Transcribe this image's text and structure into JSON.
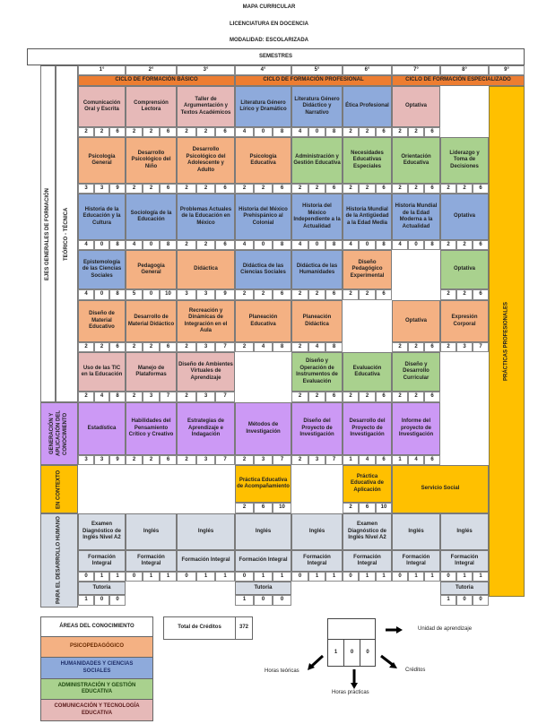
{
  "header": {
    "title": "MAPA CURRICULAR",
    "program": "LICENCIATURA EN DOCENCIA",
    "modality": "MODALIDAD: ESCOLARIZADA",
    "semesters_label": "SEMESTRES",
    "semesters": [
      "1°",
      "2°",
      "3°",
      "4°",
      "5°",
      "6°",
      "7°",
      "8°",
      "9°"
    ],
    "cycles": [
      "CICLO DE FORMACIÓN BÁSICO",
      "CICLO DE FORMACIÓN PROFESIONAL",
      "CICLO DE FORMACIÓN ESPECIALIZADO"
    ]
  },
  "axes": {
    "general": "EJES GENERALES DE FORMACIÓN",
    "teorico": "TEÓRICO - TÉCNICA",
    "generacion": "GENERACIÓN Y APLICACIÓN DEL CONOCIMIENTO",
    "contexto": "EN CONTEXTO",
    "humano": "PARA EL DESARROLLO HUMANO",
    "practicas": "PRÁCTICAS PROFESIONALES"
  },
  "colors": {
    "psico": "#f4b183",
    "hum": "#8eaadb",
    "admin": "#a9d18e",
    "comm": "#e6b9b8",
    "gen": "#cc99f5",
    "ctx": "#ffc000",
    "human": "#d6dce5",
    "cycle": "#ed7d31"
  },
  "teorico_tecnica": [
    [
      {
        "semester": 1,
        "name": "Comunicación Oral y Escrita",
        "area": "comm",
        "hours": [
          2,
          2,
          6
        ]
      },
      {
        "semester": 2,
        "name": "Comprensión Lectora",
        "area": "comm",
        "hours": [
          2,
          2,
          6
        ]
      },
      {
        "semester": 3,
        "name": "Taller de Argumentación y Textos Académicos",
        "area": "comm",
        "hours": [
          2,
          2,
          6
        ]
      },
      {
        "semester": 4,
        "name": "Literatura Género Lírico y Dramático",
        "area": "hum",
        "hours": [
          4,
          0,
          8
        ]
      },
      {
        "semester": 5,
        "name": "Literatura Género Didáctico y Narrativo",
        "area": "hum",
        "hours": [
          4,
          0,
          8
        ]
      },
      {
        "semester": 6,
        "name": "Ética Profesional",
        "area": "hum",
        "hours": [
          2,
          2,
          6
        ]
      },
      {
        "semester": 7,
        "name": "Optativa",
        "area": "comm",
        "hours": [
          2,
          2,
          6
        ]
      }
    ],
    [
      {
        "semester": 1,
        "name": "Psicología General",
        "area": "psico",
        "hours": [
          3,
          3,
          9
        ]
      },
      {
        "semester": 2,
        "name": "Desarrollo Psicológico del Niño",
        "area": "psico",
        "hours": [
          2,
          2,
          6
        ]
      },
      {
        "semester": 3,
        "name": "Desarrollo Psicológico del Adolescente y Adulto",
        "area": "psico",
        "hours": [
          2,
          2,
          6
        ]
      },
      {
        "semester": 4,
        "name": "Psicología Educativa",
        "area": "psico",
        "hours": [
          2,
          2,
          6
        ]
      },
      {
        "semester": 5,
        "name": "Administración y Gestión Educativa",
        "area": "admin",
        "hours": [
          2,
          2,
          6
        ]
      },
      {
        "semester": 6,
        "name": "Necesidades Educativas Especiales",
        "area": "admin",
        "hours": [
          2,
          2,
          6
        ]
      },
      {
        "semester": 7,
        "name": "Orientación Educativa",
        "area": "admin",
        "hours": [
          2,
          2,
          6
        ]
      },
      {
        "semester": 8,
        "name": "Liderazgo y Toma de Decisiones",
        "area": "admin",
        "hours": [
          2,
          2,
          6
        ]
      }
    ],
    [
      {
        "semester": 1,
        "name": "Historia de la Educación y la Cultura",
        "area": "hum",
        "hours": [
          4,
          0,
          8
        ]
      },
      {
        "semester": 2,
        "name": "Sociología de la Educación",
        "area": "hum",
        "hours": [
          4,
          0,
          8
        ]
      },
      {
        "semester": 3,
        "name": "Problemas Actuales de la Educación en México",
        "area": "hum",
        "hours": [
          2,
          2,
          6
        ]
      },
      {
        "semester": 4,
        "name": "Historia del México Prehispánico al Colonial",
        "area": "hum",
        "hours": [
          4,
          0,
          8
        ]
      },
      {
        "semester": 5,
        "name": "Historia del México Independiente a la Actualidad",
        "area": "hum",
        "hours": [
          4,
          0,
          8
        ]
      },
      {
        "semester": 6,
        "name": "Historia Mundial de la Antigüedad a la Edad Media",
        "area": "hum",
        "hours": [
          4,
          0,
          8
        ]
      },
      {
        "semester": 7,
        "name": "Historia Mundial de la Edad Moderna a la Actualidad",
        "area": "hum",
        "hours": [
          4,
          0,
          8
        ]
      },
      {
        "semester": 8,
        "name": "Optativa",
        "area": "hum",
        "hours": [
          2,
          2,
          6
        ]
      }
    ],
    [
      {
        "semester": 1,
        "name": "Epistemología de las Ciencias Sociales",
        "area": "hum",
        "hours": [
          4,
          0,
          8
        ]
      },
      {
        "semester": 2,
        "name": "Pedagogía General",
        "area": "psico",
        "hours": [
          5,
          0,
          10
        ]
      },
      {
        "semester": 3,
        "name": "Didáctica",
        "area": "psico",
        "hours": [
          3,
          3,
          9
        ]
      },
      {
        "semester": 4,
        "name": "Didáctica de las Ciencias Sociales",
        "area": "hum",
        "hours": [
          2,
          2,
          6
        ]
      },
      {
        "semester": 5,
        "name": "Didáctica de las Humanidades",
        "area": "hum",
        "hours": [
          2,
          2,
          6
        ]
      },
      {
        "semester": 6,
        "name": "Diseño Pedagógico Experimental",
        "area": "psico",
        "hours": [
          2,
          2,
          6
        ]
      },
      {
        "semester": 8,
        "name": "Optativa",
        "area": "admin",
        "hours": [
          2,
          2,
          6
        ]
      }
    ],
    [
      {
        "semester": 1,
        "name": "Diseño de Material Educativo",
        "area": "psico",
        "hours": [
          2,
          2,
          6
        ]
      },
      {
        "semester": 2,
        "name": "Desarrollo de Material Didáctico",
        "area": "psico",
        "hours": [
          2,
          2,
          6
        ]
      },
      {
        "semester": 3,
        "name": "Recreación y Dinámicas de Integración en el Aula",
        "area": "psico",
        "hours": [
          2,
          3,
          7
        ]
      },
      {
        "semester": 4,
        "name": "Planeación Educativa",
        "area": "psico",
        "hours": [
          2,
          4,
          8
        ]
      },
      {
        "semester": 5,
        "name": "Planeación Didáctica",
        "area": "psico",
        "hours": [
          2,
          4,
          8
        ]
      },
      {
        "semester": 7,
        "name": "Optativa",
        "area": "psico",
        "hours": [
          2,
          2,
          6
        ]
      },
      {
        "semester": 8,
        "name": "Expresión Corporal",
        "area": "psico",
        "hours": [
          2,
          3,
          7
        ]
      }
    ],
    [
      {
        "semester": 1,
        "name": "Uso de las TIC en la Educación",
        "area": "comm",
        "hours": [
          2,
          4,
          8
        ]
      },
      {
        "semester": 2,
        "name": "Manejo de Plataformas",
        "area": "comm",
        "hours": [
          2,
          3,
          7
        ]
      },
      {
        "semester": 3,
        "name": "Diseño de Ambientes Virtuales de Aprendizaje",
        "area": "comm",
        "hours": [
          2,
          3,
          7
        ]
      },
      {
        "semester": 5,
        "name": "Diseño y Operación de Instrumentos de Evaluación",
        "area": "admin",
        "hours": [
          2,
          2,
          6
        ]
      },
      {
        "semester": 6,
        "name": "Evaluación Educativa",
        "area": "admin",
        "hours": [
          2,
          2,
          6
        ]
      },
      {
        "semester": 7,
        "name": "Diseño y Desarrollo Curricular",
        "area": "admin",
        "hours": [
          2,
          2,
          6
        ]
      }
    ]
  ],
  "generacion": [
    {
      "semester": 1,
      "name": "Estadística",
      "area": "gen",
      "hours": [
        3,
        3,
        9
      ]
    },
    {
      "semester": 2,
      "name": "Habilidades del Pensamiento Crítico y Creativo",
      "area": "gen",
      "hours": [
        2,
        2,
        6
      ]
    },
    {
      "semester": 3,
      "name": "Estrategias de Aprendizaje e Indagación",
      "area": "gen",
      "hours": [
        2,
        3,
        7
      ]
    },
    {
      "semester": 4,
      "name": "Métodos de Investigación",
      "area": "gen",
      "hours": [
        2,
        3,
        7
      ]
    },
    {
      "semester": 5,
      "name": "Diseño del Proyecto de Investigación",
      "area": "gen",
      "hours": [
        2,
        3,
        7
      ]
    },
    {
      "semester": 6,
      "name": "Desarrollo del Proyecto de Investigación",
      "area": "gen",
      "hours": [
        1,
        4,
        6
      ]
    },
    {
      "semester": 7,
      "name": "Informe del proyecto de Investigación",
      "area": "gen",
      "hours": [
        1,
        4,
        6
      ]
    }
  ],
  "contexto": [
    {
      "semester": 4,
      "name": "Práctica Educativa de Acompañamiento",
      "area": "ctx",
      "hours": [
        2,
        6,
        10
      ]
    },
    {
      "semester": 6,
      "name": "Práctica Educativa de Aplicación",
      "area": "ctx",
      "hours": [
        2,
        6,
        10
      ]
    },
    {
      "semester": 7,
      "span": 2,
      "name": "Servicio Social",
      "area": "ctx"
    }
  ],
  "humano": {
    "ingles": [
      {
        "semester": 1,
        "name": "Examen Diagnóstico de Inglés Nivel A2"
      },
      {
        "semester": 2,
        "name": "Inglés"
      },
      {
        "semester": 3,
        "name": "Inglés"
      },
      {
        "semester": 4,
        "name": "Inglés"
      },
      {
        "semester": 5,
        "name": "Inglés"
      },
      {
        "semester": 6,
        "name": "Examen Diagnóstico de Inglés Nivel A2"
      },
      {
        "semester": 7,
        "name": "Inglés"
      },
      {
        "semester": 8,
        "name": "Inglés"
      }
    ],
    "formacion": [
      {
        "semester": 1,
        "name": "Formación Integral",
        "hours": [
          0,
          1,
          1
        ]
      },
      {
        "semester": 2,
        "name": "Formación Integral",
        "hours": [
          0,
          1,
          1
        ]
      },
      {
        "semester": 3,
        "name": "Formación Integral",
        "hours": [
          0,
          1,
          1
        ]
      },
      {
        "semester": 4,
        "name": "Formación Integral",
        "hours": [
          0,
          1,
          1
        ]
      },
      {
        "semester": 5,
        "name": "Formación Integral",
        "hours": [
          0,
          1,
          1
        ]
      },
      {
        "semester": 6,
        "name": "Formación Integral",
        "hours": [
          0,
          1,
          1
        ]
      },
      {
        "semester": 7,
        "name": "Formación Integral",
        "hours": [
          0,
          1,
          1
        ]
      },
      {
        "semester": 8,
        "name": "Formación Integral",
        "hours": [
          0,
          1,
          1
        ]
      }
    ],
    "tutoria": [
      {
        "semester": 1,
        "name": "Tutoria",
        "hours": [
          1,
          0,
          0
        ]
      },
      {
        "semester": 4,
        "name": "Tutoria",
        "hours": [
          1,
          0,
          0
        ]
      },
      {
        "semester": 8,
        "name": "Tutoria",
        "hours": [
          1,
          0,
          0
        ]
      }
    ]
  },
  "legend": {
    "title": "ÁREAS DEL CONOCIMIENTO",
    "areas": [
      {
        "key": "psico",
        "label": "PSICOPEDAGÓGICO"
      },
      {
        "key": "hum",
        "label": "HUMANIDADES Y CIENCIAS SOCIALES"
      },
      {
        "key": "admin",
        "label": "ADMINISTRACIÓN Y GESTIÓN EDUCATIVA"
      },
      {
        "key": "comm",
        "label": "COMUNICACIÓN Y TECNOLOGÍA EDUCATIVA"
      }
    ],
    "total_label": "Total de Créditos",
    "total_value": "372",
    "example_hours": [
      "1",
      "0",
      "0"
    ],
    "unit_label": "Unidad de aprendizaje",
    "theory_label": "Horas teóricas",
    "practice_label": "Horas prácticas",
    "credits_label": "Créditos"
  }
}
